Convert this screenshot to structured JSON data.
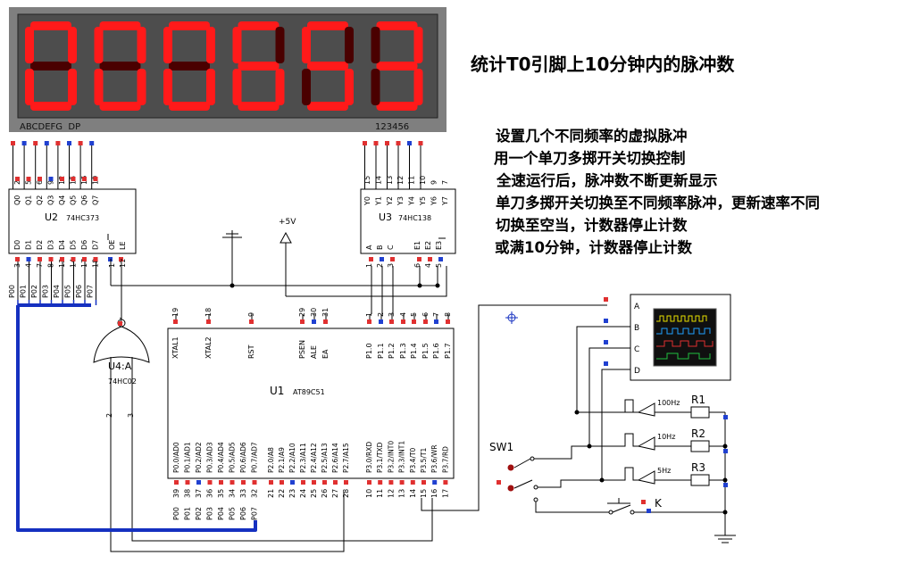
{
  "display": {
    "digits": [
      "0",
      "0",
      "0",
      "6",
      "5",
      "3"
    ],
    "segment_label": "ABCDEFG  DP",
    "digit_label": "123456",
    "bg_color": "#7f7f7f",
    "on_color": "#ff1a1a",
    "off_color": "#4a0000"
  },
  "title": "统计T0引脚上10分钟内的脉冲数",
  "notes": [
    "设置几个不同频率的虚拟脉冲",
    "用一个单刀多掷开关切换控制",
    "全速运行后，脉冲数不断更新显示",
    "单刀多掷开关切换至不同频率脉冲，更新速率不同",
    "切换至空当，计数器停止计数",
    "或满10分钟，计数器停止计数"
  ],
  "u2": {
    "ref": "U2",
    "part": "74HC373",
    "q_pins": [
      "Q0",
      "Q1",
      "Q2",
      "Q3",
      "Q4",
      "Q5",
      "Q6",
      "Q7"
    ],
    "q_nums": [
      "2",
      "5",
      "6",
      "9",
      "12",
      "15",
      "16",
      "19"
    ],
    "d_pins": [
      "D0",
      "D1",
      "D2",
      "D3",
      "D4",
      "D5",
      "D6",
      "D7"
    ],
    "d_nums": [
      "3",
      "4",
      "7",
      "8",
      "13",
      "14",
      "17",
      "18"
    ],
    "oe": "OE",
    "le": "LE",
    "oe_num": "1",
    "le_num": "11"
  },
  "u3": {
    "ref": "U3",
    "part": "74HC138",
    "y_pins": [
      "Y0",
      "Y1",
      "Y2",
      "Y3",
      "Y4",
      "Y5",
      "Y6",
      "Y7"
    ],
    "y_nums": [
      "15",
      "14",
      "13",
      "12",
      "11",
      "10",
      "9",
      "7"
    ],
    "in_pins": [
      "A",
      "B",
      "C"
    ],
    "in_nums": [
      "1",
      "2",
      "3"
    ],
    "e_pins": [
      "E1",
      "E2",
      "E3"
    ],
    "e_nums": [
      "6",
      "4",
      "5"
    ]
  },
  "power_label": "+5V",
  "u1": {
    "ref": "U1",
    "part": "AT89C51",
    "top_pins": [
      {
        "num": "19",
        "name": "XTAL1"
      },
      {
        "num": "18",
        "name": "XTAL2"
      },
      {
        "num": "9",
        "name": "RST"
      },
      {
        "num": "29",
        "name": "PSEN"
      },
      {
        "num": "30",
        "name": "ALE"
      },
      {
        "num": "31",
        "name": "EA"
      },
      {
        "num": "1",
        "name": "P1.0"
      },
      {
        "num": "2",
        "name": "P1.1"
      },
      {
        "num": "3",
        "name": "P1.2"
      },
      {
        "num": "4",
        "name": "P1.3"
      },
      {
        "num": "5",
        "name": "P1.4"
      },
      {
        "num": "6",
        "name": "P1.5"
      },
      {
        "num": "7",
        "name": "P1.6"
      },
      {
        "num": "8",
        "name": "P1.7"
      }
    ],
    "bottom_pins": [
      {
        "num": "39",
        "name": "P0.0/AD0"
      },
      {
        "num": "38",
        "name": "P0.1/AD1"
      },
      {
        "num": "37",
        "name": "P0.2/AD2"
      },
      {
        "num": "36",
        "name": "P0.3/AD3"
      },
      {
        "num": "35",
        "name": "P0.4/AD4"
      },
      {
        "num": "34",
        "name": "P0.5/AD5"
      },
      {
        "num": "33",
        "name": "P0.6/AD6"
      },
      {
        "num": "32",
        "name": "P0.7/AD7"
      },
      {
        "num": "21",
        "name": "P2.0/A8"
      },
      {
        "num": "22",
        "name": "P2.1/A9"
      },
      {
        "num": "23",
        "name": "P2.2/A10"
      },
      {
        "num": "24",
        "name": "P2.3/A11"
      },
      {
        "num": "25",
        "name": "P2.4/A12"
      },
      {
        "num": "26",
        "name": "P2.5/A13"
      },
      {
        "num": "27",
        "name": "P2.6/A14"
      },
      {
        "num": "28",
        "name": "P2.7/A15"
      },
      {
        "num": "10",
        "name": "P3.0/RXD"
      },
      {
        "num": "11",
        "name": "P3.1/TXD"
      },
      {
        "num": "12",
        "name": "P3.2/INT0"
      },
      {
        "num": "13",
        "name": "P3.3/INT1"
      },
      {
        "num": "14",
        "name": "P3.4/T0"
      },
      {
        "num": "15",
        "name": "P3.5/T1"
      },
      {
        "num": "16",
        "name": "P3.6/WR"
      },
      {
        "num": "17",
        "name": "P3.7/RD"
      }
    ]
  },
  "p0_labels": [
    "P00",
    "P01",
    "P02",
    "P03",
    "P04",
    "P05",
    "P06",
    "P07"
  ],
  "u4": {
    "ref": "U4:A",
    "part": "74HC02",
    "in1": "2",
    "in2": "3",
    "out": "1"
  },
  "scope_channels": [
    "A",
    "B",
    "C",
    "D"
  ],
  "sources": [
    {
      "freq": "100Hz",
      "ref": "R1"
    },
    {
      "freq": "10Hz",
      "ref": "R2"
    },
    {
      "freq": "5Hz",
      "ref": "R3"
    }
  ],
  "switch_ref": "SW1",
  "button_ref": "K"
}
